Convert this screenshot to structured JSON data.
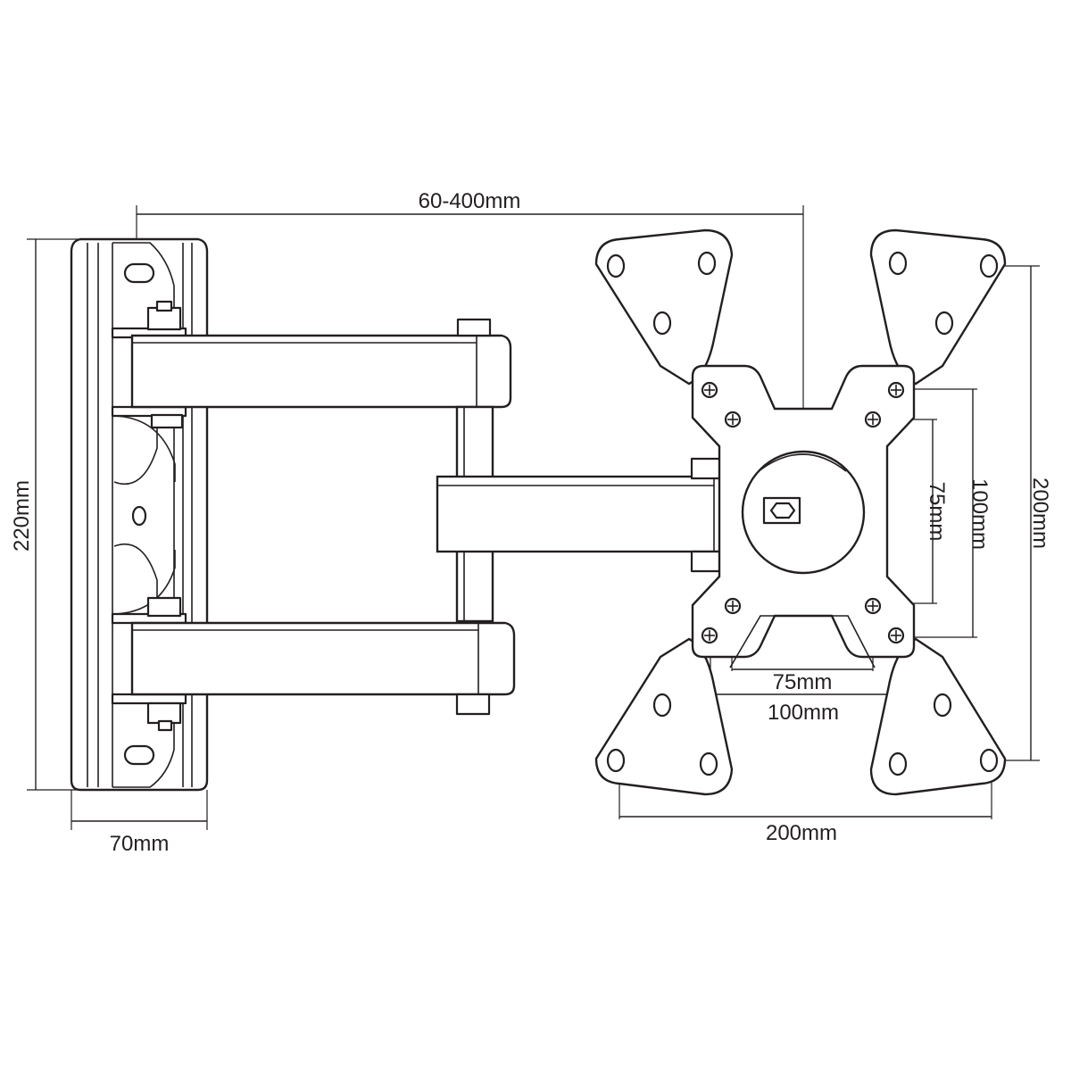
{
  "dimensions": {
    "extension": "60-400mm",
    "wall_plate_height": "220mm",
    "wall_plate_width": "70mm",
    "vesa_inner_horizontal": "75mm",
    "vesa_outer_horizontal": "100mm",
    "vesa_inner_vertical": "75mm",
    "vesa_outer_vertical": "100mm",
    "bracket_height": "200mm",
    "bracket_width": "200mm"
  },
  "colors": {
    "ink": "#231f20",
    "background": "#ffffff"
  }
}
